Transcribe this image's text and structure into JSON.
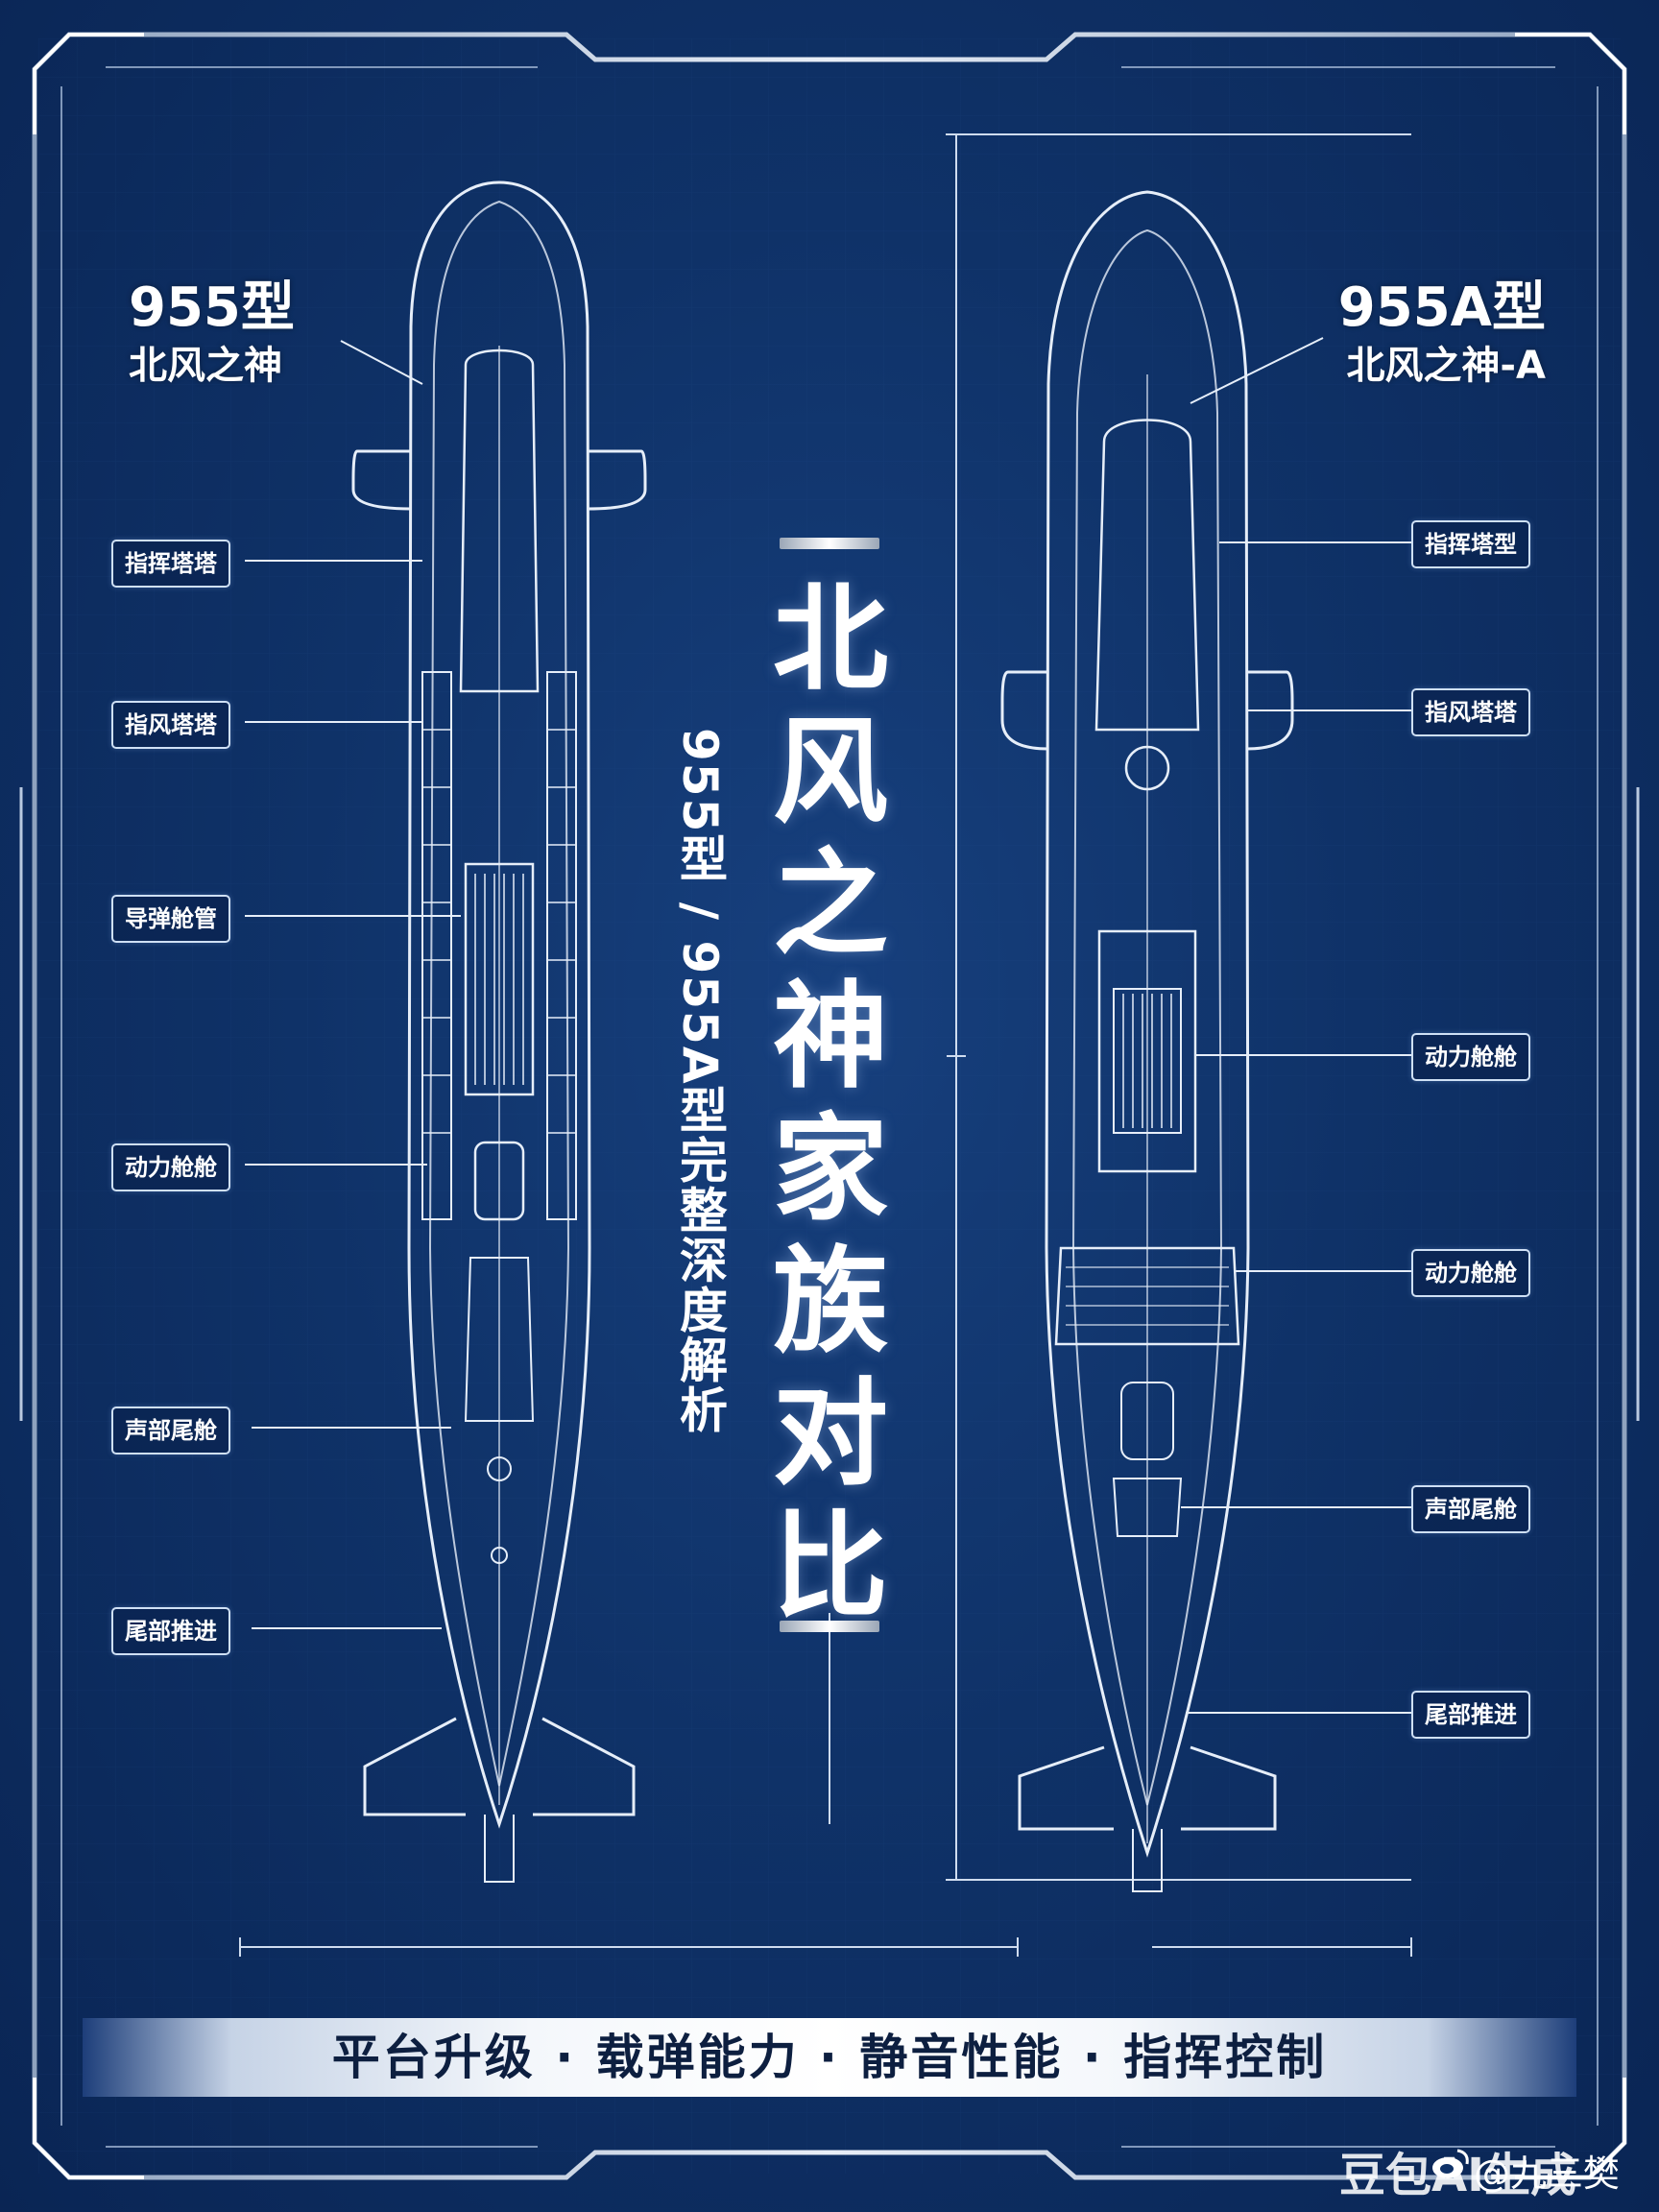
{
  "left_sub": {
    "code": "955型",
    "name": "北风之神",
    "callouts": [
      "指挥塔塔",
      "指风塔塔",
      "导弹舱管",
      "动力舱舱",
      "声部尾舱",
      "尾部推进"
    ]
  },
  "right_sub": {
    "code": "955A型",
    "name": "北风之神-A",
    "callouts": [
      "指挥塔型",
      "指风塔塔",
      "动力舱舱",
      "动力舱舱",
      "声部尾舱",
      "尾部推进"
    ]
  },
  "title": {
    "main": [
      "北",
      "风",
      "之",
      "神",
      "家",
      "族",
      "对",
      "比"
    ],
    "subtitle": "955型 / 955A型完整深度解析"
  },
  "banner": "平台升级 · 载弹能力 · 静音性能 · 指挥控制",
  "watermark": "豆包AI生成",
  "credit": "@九三樊",
  "colors": {
    "background": "#0f3268",
    "line": "#dce8f8",
    "banner_text": "#0d1f40"
  }
}
